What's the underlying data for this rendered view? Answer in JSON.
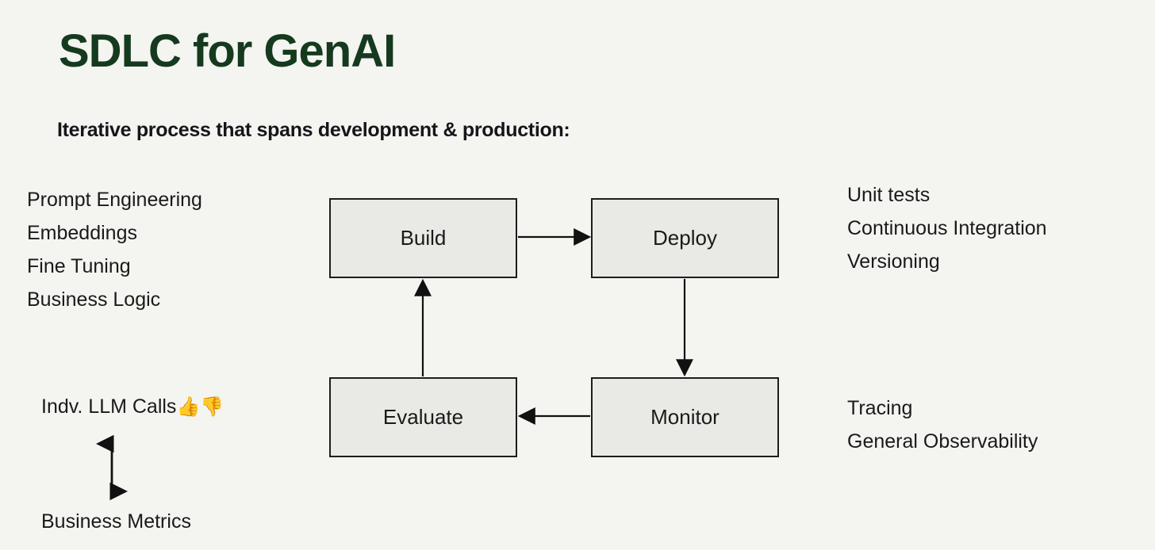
{
  "slide": {
    "title": "SDLC for GenAI",
    "subtitle": "Iterative process that spans development & production:",
    "background_color": "#f4f4f1",
    "title_color": "#153a1e",
    "box_fill_color": "#e9e9e5",
    "box_border_color": "#1d1d1d"
  },
  "left_column": {
    "development_items": [
      "Prompt Engineering",
      "Embeddings",
      "Fine Tuning",
      "Business Logic"
    ],
    "evaluation_label": "Indv. LLM Calls",
    "evaluation_icons": [
      "thumbs-up-emoji",
      "thumbs-down-emoji"
    ],
    "evaluation_icon_glyphs": "👍👎",
    "metrics_label": "Business Metrics",
    "metrics_connector": "double-headed-vertical-arrow"
  },
  "right_column": {
    "ci_items": [
      "Unit tests",
      "Continuous Integration",
      "Versioning"
    ],
    "observability_items": [
      "Tracing",
      "General Observability"
    ]
  },
  "flowchart": {
    "type": "cycle-diagram",
    "nodes": [
      {
        "id": "build",
        "label": "Build"
      },
      {
        "id": "deploy",
        "label": "Deploy"
      },
      {
        "id": "monitor",
        "label": "Monitor"
      },
      {
        "id": "evaluate",
        "label": "Evaluate"
      }
    ],
    "edges": [
      {
        "from": "build",
        "to": "deploy",
        "direction": "right"
      },
      {
        "from": "deploy",
        "to": "monitor",
        "direction": "down"
      },
      {
        "from": "monitor",
        "to": "evaluate",
        "direction": "left"
      },
      {
        "from": "evaluate",
        "to": "build",
        "direction": "up"
      }
    ]
  }
}
